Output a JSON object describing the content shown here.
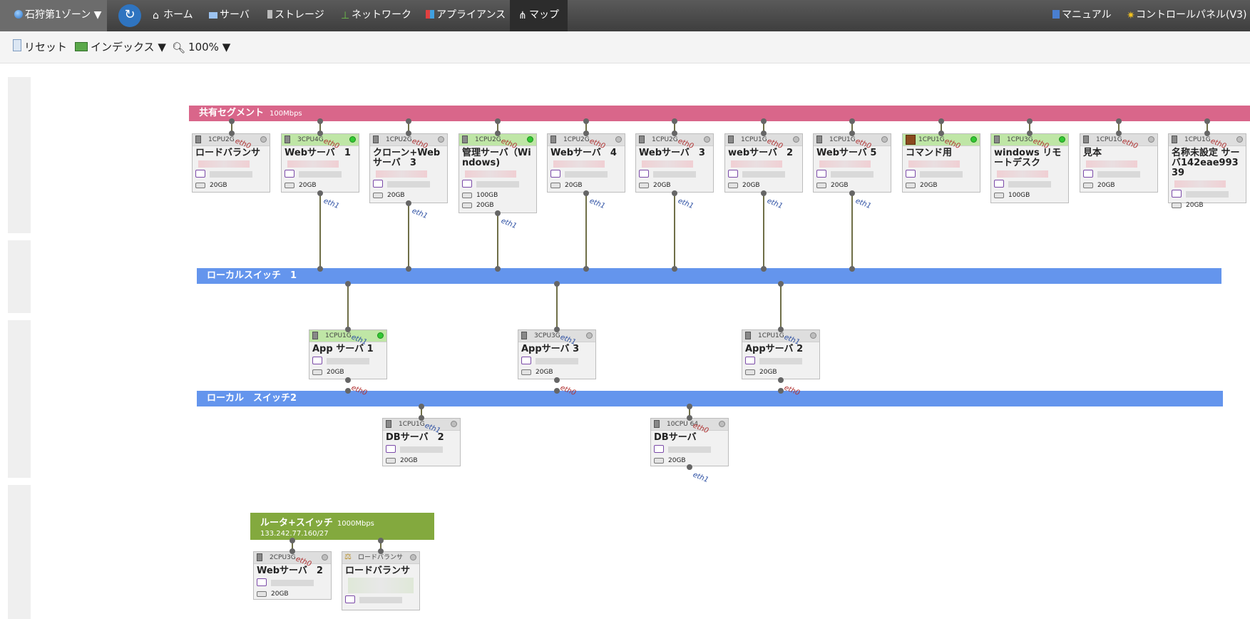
{
  "nav": {
    "zone": "石狩第1ゾーン",
    "home": "ホーム",
    "server": "サーバ",
    "storage": "ストレージ",
    "network": "ネットワーク",
    "appliance": "アプライアンス",
    "map": "マップ",
    "manual": "マニュアル",
    "control_panel": "コントロールパネル(V3)"
  },
  "toolbar": {
    "reset": "リセット",
    "index": "インデックス",
    "zoom": "100%"
  },
  "segments": {
    "shared": {
      "name": "共有セグメント",
      "speed": "100Mbps",
      "color": "#d9668a"
    },
    "local1": {
      "name": "ローカルスイッチ　1",
      "color": "#6495ed"
    },
    "local2": {
      "name": "ローカル　スイッチ2",
      "color": "#6495ed"
    },
    "router": {
      "name": "ルータ+スイッチ",
      "speed": "1000Mbps",
      "ip": "133.242.77.160/27",
      "color": "#83a93e"
    }
  },
  "servers": {
    "lb1": {
      "spec": "1CPU2G",
      "name": "ロードバランサ",
      "disk": "20GB"
    },
    "web1": {
      "spec": "3CPU4G",
      "name": "Webサーバ　1",
      "disk": "20GB"
    },
    "clone": {
      "spec": "1CPU2G",
      "name": "クローン+Webサーバ　3",
      "disk": "20GB"
    },
    "admin": {
      "spec": "1CPU2G",
      "name": "管理サーバ（Windows)",
      "disk1": "100GB",
      "disk2": "20GB"
    },
    "web4": {
      "spec": "1CPU2G",
      "name": "Webサーバ　4",
      "disk": "20GB"
    },
    "web3": {
      "spec": "1CPU2G",
      "name": "Webサーバ　3",
      "disk": "20GB"
    },
    "web2s": {
      "spec": "1CPU1G",
      "name": "webサーバ　2",
      "disk": "20GB"
    },
    "web5": {
      "spec": "1CPU1G",
      "name": "Webサーバ  5",
      "disk": "20GB"
    },
    "cmd": {
      "spec": "1CPU1G",
      "name": "コマンド用",
      "disk": "20GB"
    },
    "win": {
      "spec": "1CPU3G",
      "name": "windows リモートデスク",
      "disk": "100GB"
    },
    "mihon": {
      "spec": "1CPU1G",
      "name": "見本",
      "disk": "20GB"
    },
    "unnamed": {
      "spec": "1CPU1G",
      "name": "名称未設定 サーバ142eae99339",
      "disk": "20GB"
    },
    "app1": {
      "spec": "1CPU1G",
      "name": "App サーバ 1",
      "disk": "20GB"
    },
    "app3": {
      "spec": "3CPU3G",
      "name": "Appサーバ 3",
      "disk": "20GB"
    },
    "app2": {
      "spec": "1CPU1G",
      "name": "Appサーバ 2",
      "disk": "20GB"
    },
    "db2": {
      "spec": "1CPU1G",
      "name": "DBサーバ　2",
      "disk": "20GB"
    },
    "db": {
      "spec": "10CPU 64",
      "name": "DBサーバ",
      "disk": "20GB"
    },
    "web2r": {
      "spec": "2CPU3G",
      "name": "Webサーバ　2",
      "disk": "20GB"
    },
    "lb2": {
      "spec": "ロードバランサ",
      "name": "ロードバランサ"
    }
  },
  "eth": {
    "e0": "eth0",
    "e1": "eth1"
  }
}
